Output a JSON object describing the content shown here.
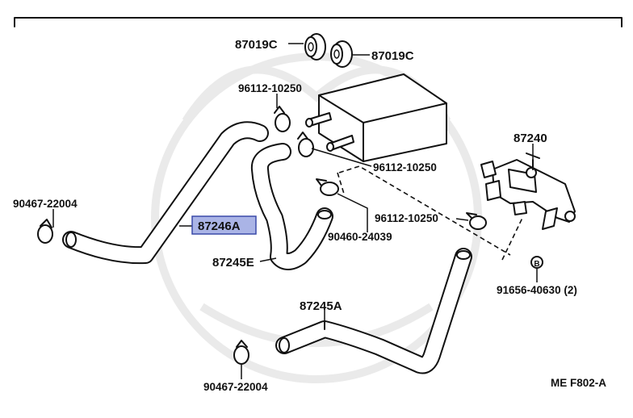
{
  "labels": {
    "p87019c_left": "87019C",
    "p87019c_right": "87019C",
    "p96112_top": "96112-10250",
    "p96112_mid": "96112-10250",
    "p96112_low": "96112-10250",
    "p87240": "87240",
    "p90467_top": "90467-22004",
    "p87246a": "87246A",
    "p90460": "90460-24039",
    "p87245e": "87245E",
    "p91656": "91656-40630 (2)",
    "p87245a": "87245A",
    "p90467_bot": "90467-22004",
    "circle_b": "B",
    "figure_code": "ME F802-A"
  },
  "colors": {
    "ink": "#111111",
    "highlight_fill": "#aab4e6",
    "highlight_border": "#3a4aa8",
    "watermark": "#e8e8e8"
  }
}
